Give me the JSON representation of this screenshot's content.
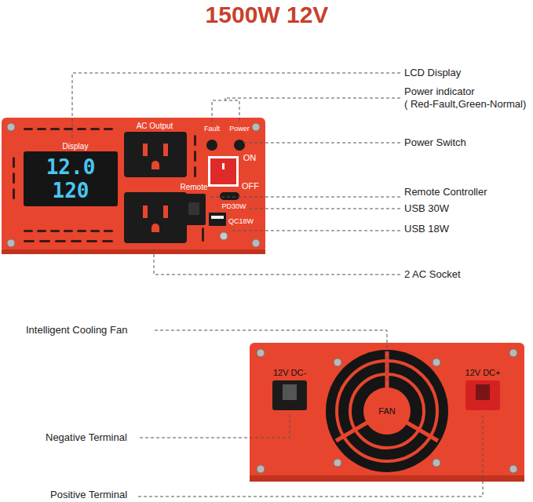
{
  "diagram": {
    "title": "1500W 12V",
    "labels": [
      "LCD Display",
      "Display",
      "AC Output",
      "Fault",
      "Power",
      "Power indicator",
      "( Red-Fault,Green-Normal)",
      "12.0",
      "120",
      "Power Switch",
      "ON",
      "OFF",
      "Remote",
      "Remote Controller",
      "PD30W",
      "USB 30W",
      "QC18W",
      "USB 18W",
      "2 AC Socket",
      "Intelligent Cooling Fan",
      "12V DC-",
      "FAN",
      "12V DC+",
      "Negative Terminal",
      "Positive Terminal"
    ]
  }
}
